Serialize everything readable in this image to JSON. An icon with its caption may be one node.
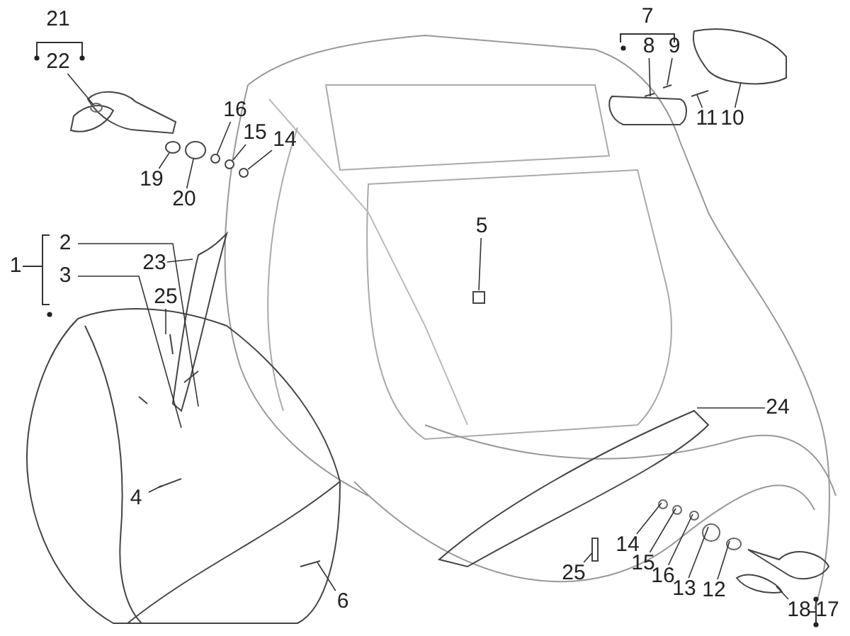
{
  "diagram": {
    "nodes": [
      {
        "text": [
          "22"
        ]
      },
      {
        "text": [
          "16"
        ]
      },
      {
        "text": [
          "15"
        ]
      },
      {
        "text": [
          "14"
        ]
      },
      {
        "text": [
          "19"
        ]
      },
      {
        "text": [
          "20"
        ]
      },
      {
        "text": [
          "8"
        ]
      },
      {
        "text": [
          "9"
        ]
      },
      {
        "text": [
          "11"
        ]
      },
      {
        "text": [
          "10"
        ]
      },
      {
        "text": [
          "2"
        ]
      },
      {
        "text": [
          "3"
        ]
      },
      {
        "text": [
          "5"
        ]
      },
      {
        "text": [
          "23"
        ]
      },
      {
        "text": [
          "25"
        ]
      },
      {
        "text": [
          "24"
        ]
      },
      {
        "text": [
          "4"
        ]
      },
      {
        "text": [
          "6"
        ]
      },
      {
        "text": [
          "14"
        ]
      },
      {
        "text": [
          "15"
        ]
      },
      {
        "text": [
          "16"
        ]
      },
      {
        "text": [
          "13"
        ]
      },
      {
        "text": [
          "12"
        ]
      },
      {
        "text": [
          "25"
        ]
      },
      {
        "text": [
          "18"
        ]
      },
      {
        "text": [],
        "shape": "circle"
      },
      {
        "text": [],
        "shape": "circle"
      },
      {
        "text": [],
        "shape": "circle"
      },
      {
        "text": [],
        "shape": "circle"
      },
      {
        "text": [],
        "shape": "circle"
      },
      {
        "text": [],
        "shape": "bar"
      }
    ],
    "edges": [
      {
        "from": 0,
        "to": null,
        "arrow": "none"
      },
      {
        "from": 1,
        "to": 25,
        "arrow": "none"
      },
      {
        "from": 2,
        "to": 26,
        "arrow": "none"
      },
      {
        "from": 3,
        "to": 27,
        "arrow": "none"
      },
      {
        "from": 4,
        "to": 28,
        "arrow": "none"
      },
      {
        "from": 5,
        "to": 29,
        "arrow": "none"
      },
      {
        "from": 6,
        "to": null,
        "arrow": "none"
      },
      {
        "from": 7,
        "to": null,
        "arrow": "none"
      },
      {
        "from": 8,
        "to": null,
        "arrow": "none"
      },
      {
        "from": 9,
        "to": null,
        "arrow": "none"
      },
      {
        "from": 10,
        "to": null,
        "arrow": "none"
      },
      {
        "from": 11,
        "to": null,
        "arrow": "none"
      },
      {
        "from": 12,
        "to": null,
        "arrow": "none"
      },
      {
        "from": 13,
        "to": null,
        "arrow": "none"
      },
      {
        "from": 14,
        "to": null,
        "arrow": "none"
      },
      {
        "from": 15,
        "to": null,
        "arrow": "none"
      },
      {
        "from": 16,
        "to": null,
        "arrow": "none"
      },
      {
        "from": 17,
        "to": null,
        "arrow": "none"
      },
      {
        "from": 18,
        "to": null,
        "arrow": "none"
      },
      {
        "from": 19,
        "to": null,
        "arrow": "none"
      },
      {
        "from": 20,
        "to": null,
        "arrow": "none"
      },
      {
        "from": 21,
        "to": null,
        "arrow": "none"
      },
      {
        "from": 22,
        "to": null,
        "arrow": "none"
      },
      {
        "from": 23,
        "to": 30,
        "arrow": "none"
      },
      {
        "from": 24,
        "to": null,
        "arrow": "none"
      }
    ],
    "labels": [
      "21",
      "7",
      "1",
      "17"
    ]
  }
}
